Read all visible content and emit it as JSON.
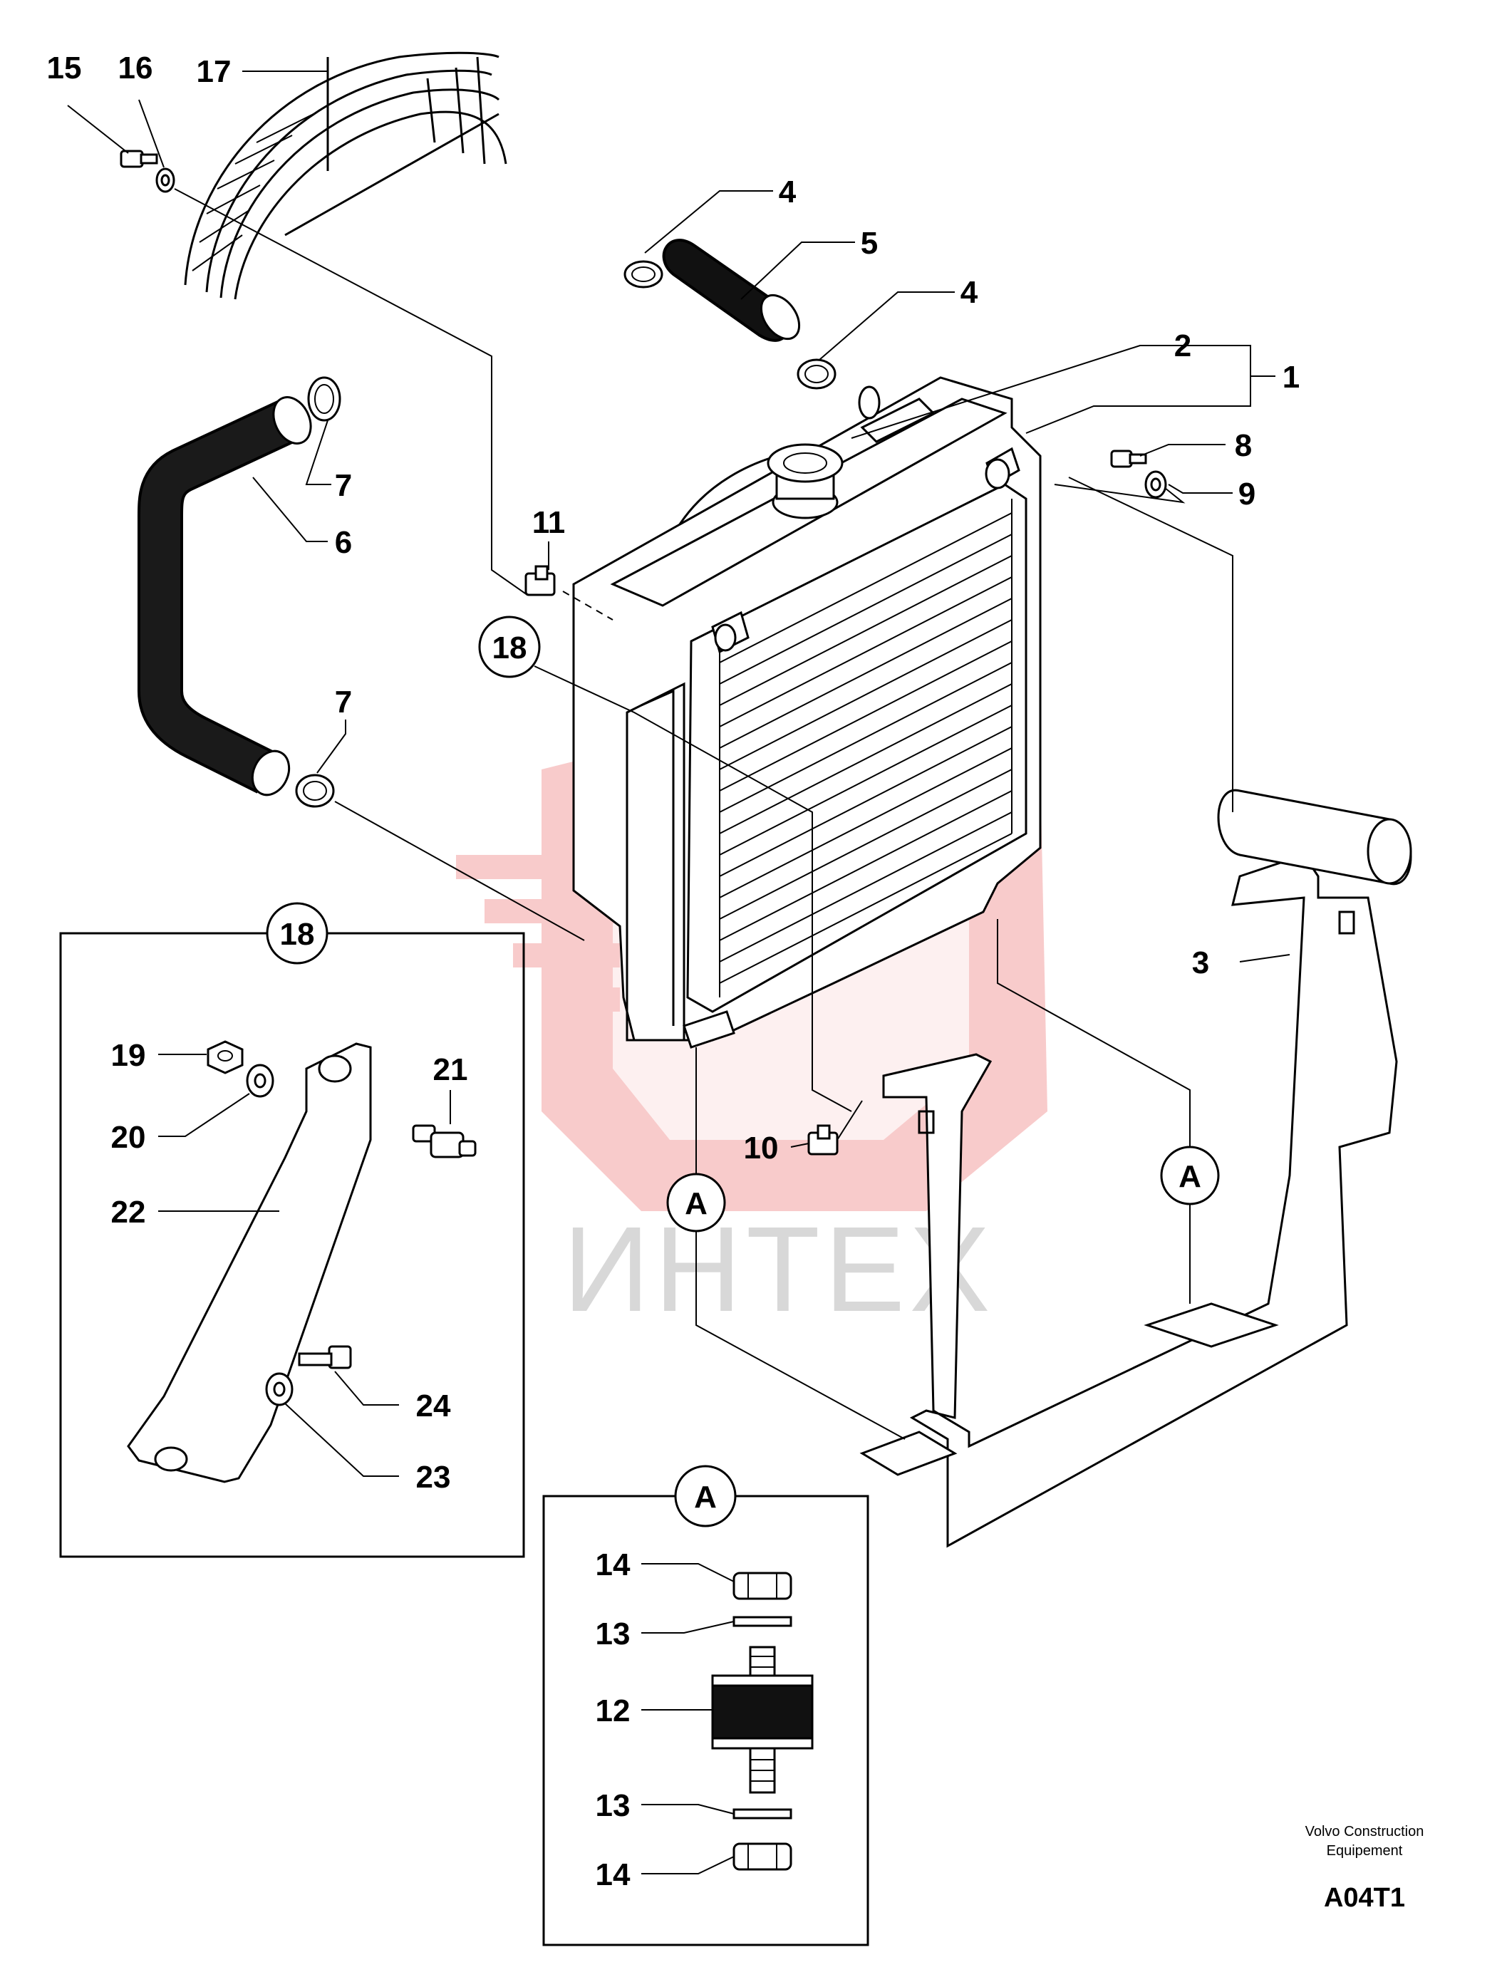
{
  "callouts": {
    "c1": "1",
    "c2": "2",
    "c3": "3",
    "c4a": "4",
    "c4b": "4",
    "c5": "5",
    "c6": "6",
    "c7a": "7",
    "c7b": "7",
    "c8": "8",
    "c9": "9",
    "c10": "10",
    "c11": "11",
    "c12": "12",
    "c13a": "13",
    "c13b": "13",
    "c14a": "14",
    "c14b": "14",
    "c15": "15",
    "c16": "16",
    "c17": "17",
    "c18": "18",
    "c19": "19",
    "c20": "20",
    "c21": "21",
    "c22": "22",
    "c23": "23",
    "c24": "24"
  },
  "circle_labels": {
    "ref18_main": "18",
    "ref18_box": "18",
    "refA_left": "A",
    "refA_right": "A",
    "refA_box": "A"
  },
  "footer": {
    "manufacturer_line1": "Volvo Construction",
    "manufacturer_line2": "Equipement",
    "drawing_code": "A04T1"
  },
  "watermark": {
    "text": "ИНТЕХ",
    "logo_color": "#f2a0a0",
    "text_color": "#d8d8d8"
  }
}
